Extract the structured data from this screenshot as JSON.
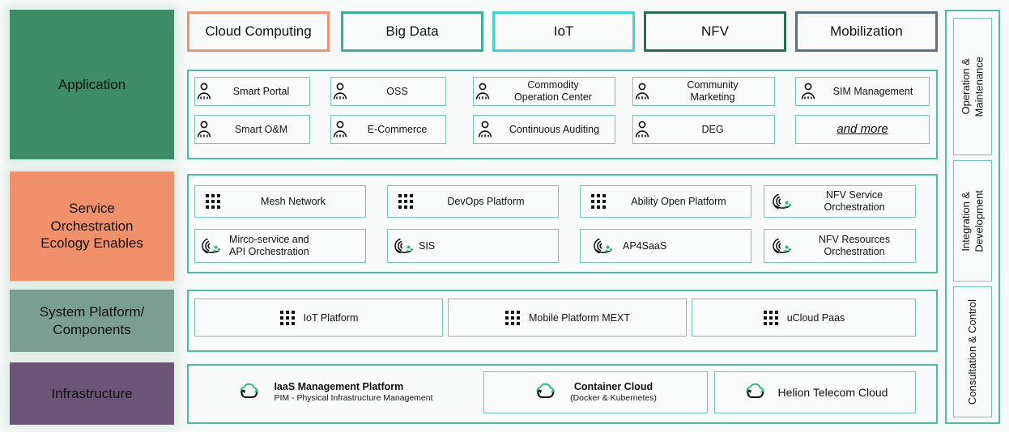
{
  "left_layers": [
    {
      "label": "Application",
      "color": "#3c8c68"
    },
    {
      "label": "Service\nOrchestration\nEcology Enables",
      "color": "#f0916c"
    },
    {
      "label": "System Platform/\nComponents",
      "color": "#7a9e92"
    },
    {
      "label": "Infrastructure",
      "color": "#6d5578"
    }
  ],
  "tabs": [
    {
      "label": "Cloud Computing",
      "color": "#f19372"
    },
    {
      "label": "Big Data",
      "color": "#3bb094"
    },
    {
      "label": "IoT",
      "color": "#3fd6d0"
    },
    {
      "label": "NFV",
      "color": "#2a6b58"
    },
    {
      "label": "Mobilization",
      "color": "#5b7080"
    }
  ],
  "application": {
    "items": [
      {
        "label": "Smart Portal",
        "icon": "person-icon",
        "align": "left"
      },
      {
        "label": "OSS",
        "icon": "person-icon",
        "align": "left"
      },
      {
        "label": "Commodity\nOperation Center",
        "icon": "person-icon",
        "align": "center"
      },
      {
        "label": "Community\nMarketing",
        "icon": "person-icon",
        "align": "center"
      },
      {
        "label": "SIM Management",
        "icon": "person-icon",
        "align": "center"
      },
      {
        "label": "Smart O&M",
        "icon": "person-icon",
        "align": "left"
      },
      {
        "label": "E-Commerce",
        "icon": "person-icon",
        "align": "left"
      },
      {
        "label": "Continuous Auditing",
        "icon": "person-icon",
        "align": "center"
      },
      {
        "label": "DEG",
        "icon": "person-icon",
        "align": "left"
      },
      {
        "label": "and more",
        "icon": "none",
        "align": "center",
        "style": "italic-underline"
      }
    ]
  },
  "service_orchestration": {
    "items": [
      {
        "label": "Mesh Network",
        "icon": "grid-dots-icon",
        "align": "left"
      },
      {
        "label": "DevOps Platform",
        "icon": "grid-dots-icon",
        "align": "left"
      },
      {
        "label": "Ability Open Platform",
        "icon": "grid-dots-icon",
        "align": "center"
      },
      {
        "label": "NFV Service\nOrchestration",
        "icon": "orchestration-icon",
        "align": "center"
      },
      {
        "label": "Mirco-service and\nAPI Orchestration",
        "icon": "orchestration-icon",
        "align": "left"
      },
      {
        "label": "SIS",
        "icon": "orchestration-icon",
        "align": "left"
      },
      {
        "label": "AP4SaaS",
        "icon": "orchestration-icon",
        "align": "left"
      },
      {
        "label": "NFV Resources\nOrchestration",
        "icon": "orchestration-icon",
        "align": "center"
      }
    ]
  },
  "system_platform": {
    "items": [
      {
        "label": "IoT Platform",
        "icon": "grid-dots-icon"
      },
      {
        "label": "Mobile Platform MEXT",
        "icon": "grid-dots-icon"
      },
      {
        "label": "uCloud Paas",
        "icon": "grid-dots-icon"
      }
    ]
  },
  "infrastructure": {
    "items": [
      {
        "label": "IaaS Management Platform",
        "sub": "PIM - Physical Infrastructure Management",
        "icon": "cloud-refresh-icon",
        "align": "left"
      },
      {
        "label": "Container Cloud",
        "sub": "(Docker & Kubernetes)",
        "icon": "cloud-refresh-icon",
        "align": "left"
      },
      {
        "label": "Helion Telecom Cloud",
        "sub": "",
        "icon": "cloud-refresh-icon",
        "align": "center"
      }
    ]
  },
  "right_rail": {
    "items": [
      {
        "label": "Operation &\nMaintenance"
      },
      {
        "label": "Integration &\nDevelopment"
      },
      {
        "label": "Consultation & Control"
      }
    ]
  },
  "colors": {
    "teal_border": "#4bbfa2",
    "light_teal_border": "#6ec8b4",
    "accent_green": "#2fb88a",
    "panel_bg": "#f9fafa"
  }
}
